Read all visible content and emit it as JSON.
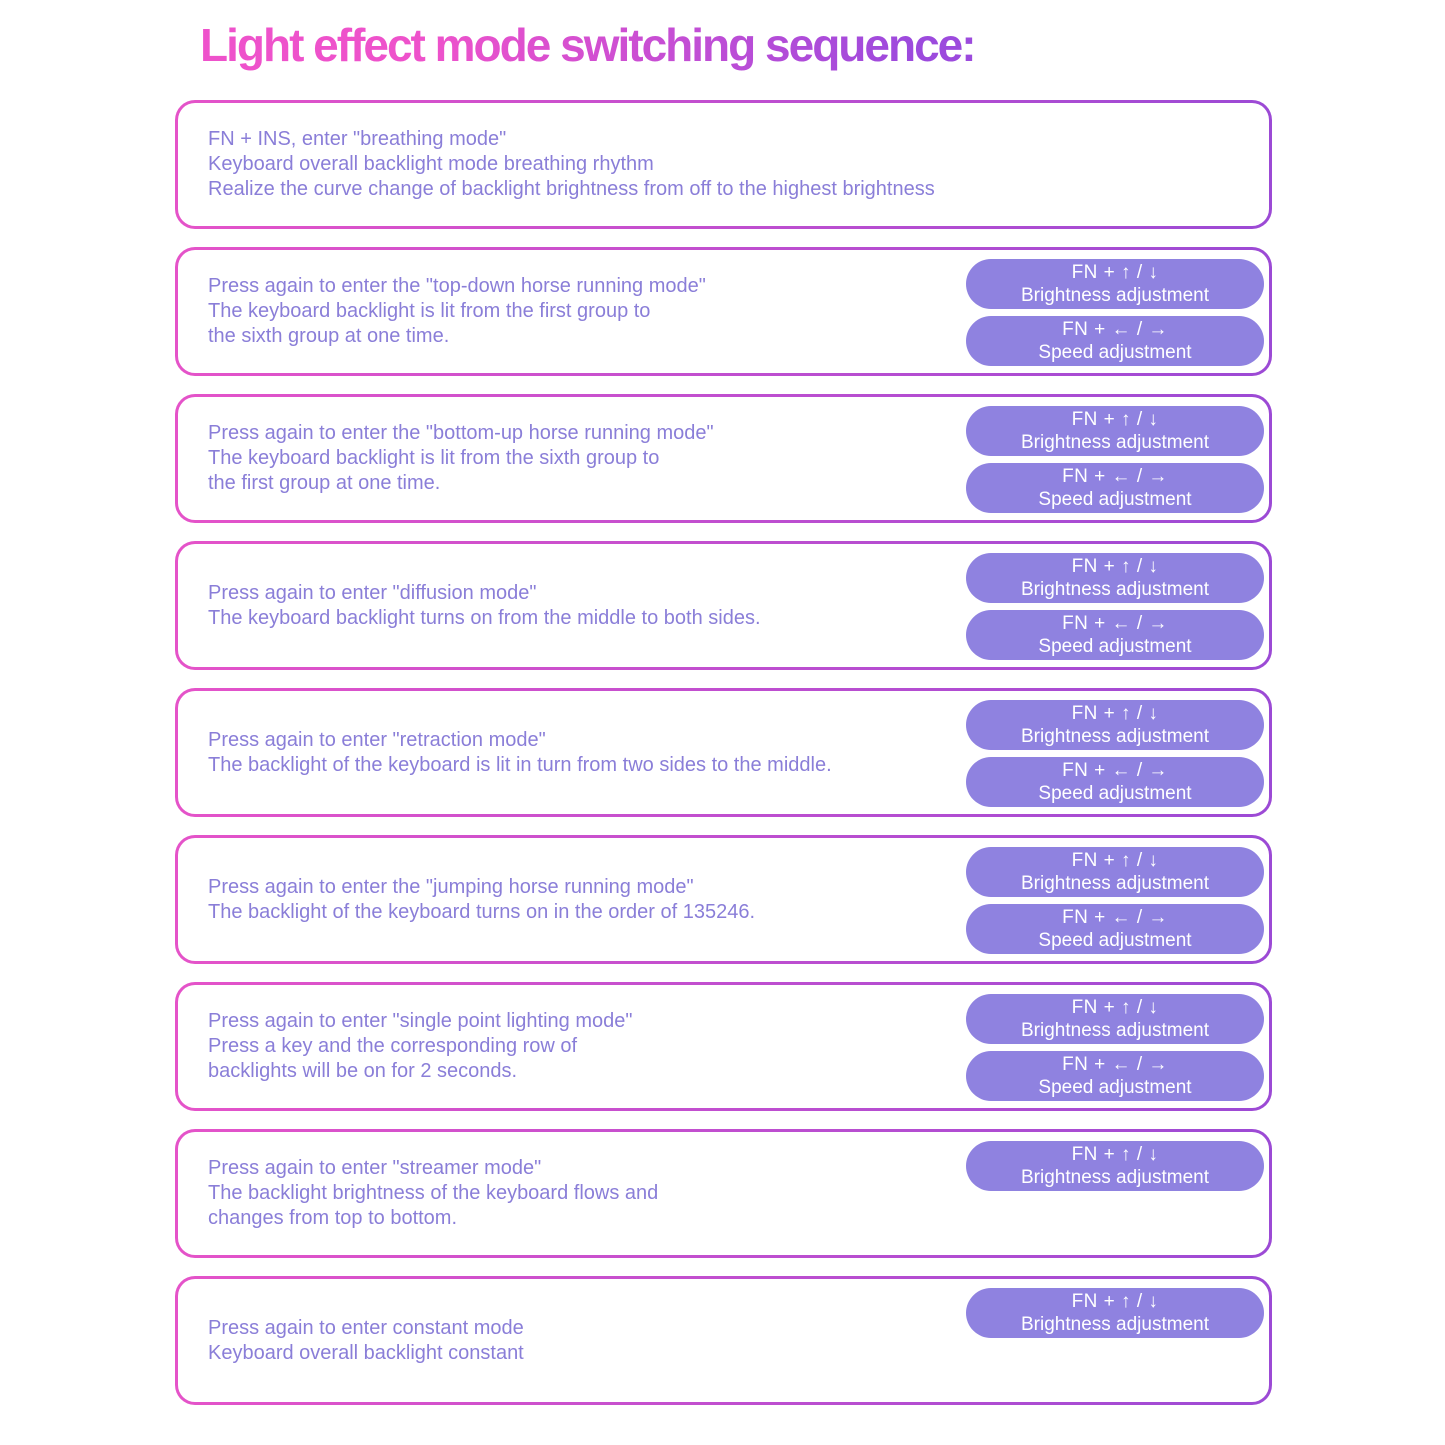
{
  "title": "Light effect mode switching sequence:",
  "colors": {
    "background": "#ffffff",
    "title_gradient_start": "#ee52cb",
    "title_gradient_end": "#9c4add",
    "border_gradient_start": "#e553c9",
    "border_gradient_end": "#9c4ad5",
    "body_text": "#8a7ed8",
    "button_bg": "#8f82e0",
    "button_text": "#ffffff"
  },
  "shortcut_buttons": {
    "brightness": {
      "keys": "FN + ↑ / ↓",
      "label": "Brightness adjustment"
    },
    "speed": {
      "keys": "FN + ← / →",
      "label": "Speed adjustment"
    }
  },
  "sections": [
    {
      "lines": [
        "FN + INS, enter \"breathing mode\"",
        "Keyboard overall backlight mode breathing rhythm",
        "Realize the curve change of backlight brightness from off to the highest brightness"
      ],
      "buttons": []
    },
    {
      "lines": [
        "Press again to enter the \"top-down horse running mode\"",
        "The keyboard backlight is lit from the first group to",
        "the sixth group at one time."
      ],
      "buttons": [
        "brightness",
        "speed"
      ]
    },
    {
      "lines": [
        "Press again to enter the \"bottom-up horse running mode\"",
        "The keyboard backlight is lit from the sixth group to",
        "the first group at one time."
      ],
      "buttons": [
        "brightness",
        "speed"
      ]
    },
    {
      "lines": [
        "Press again to enter \"diffusion mode\"",
        "The keyboard backlight turns on from the middle to both sides."
      ],
      "buttons": [
        "brightness",
        "speed"
      ]
    },
    {
      "lines": [
        "Press again to enter \"retraction mode\"",
        "The backlight of the keyboard is lit in turn from two sides to the middle."
      ],
      "buttons": [
        "brightness",
        "speed"
      ]
    },
    {
      "lines": [
        "Press again to enter the \"jumping horse running mode\"",
        "The backlight of the keyboard turns on in the order of 135246."
      ],
      "buttons": [
        "brightness",
        "speed"
      ]
    },
    {
      "lines": [
        "Press again to enter \"single point lighting mode\"",
        "Press a key and the corresponding row of",
        "backlights will be on for 2 seconds."
      ],
      "buttons": [
        "brightness",
        "speed"
      ]
    },
    {
      "lines": [
        "Press again to enter \"streamer mode\"",
        "The backlight brightness of the keyboard flows and",
        "changes from top to bottom."
      ],
      "buttons": [
        "brightness"
      ]
    },
    {
      "lines": [
        "Press again to enter constant mode",
        "Keyboard overall backlight constant"
      ],
      "buttons": [
        "brightness"
      ]
    }
  ]
}
